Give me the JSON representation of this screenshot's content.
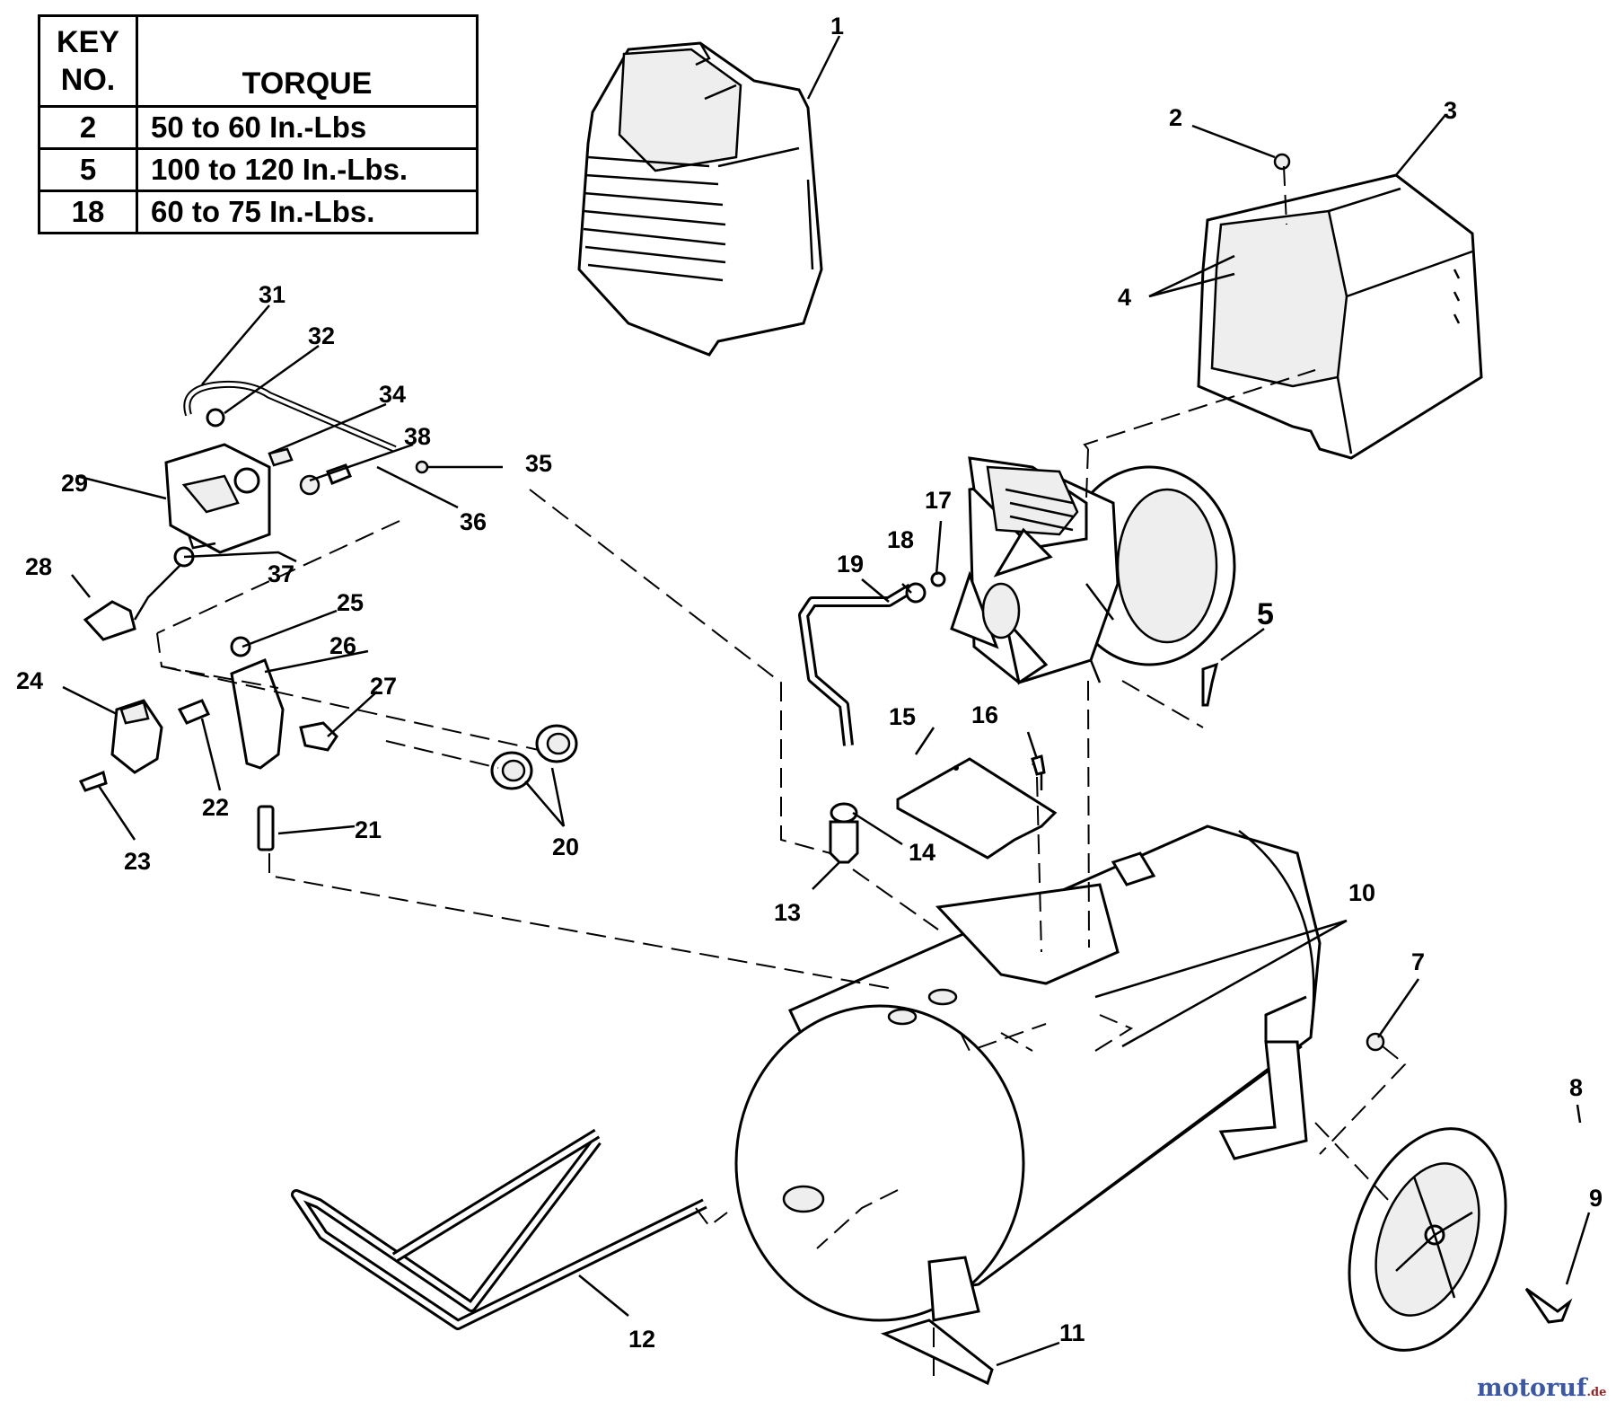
{
  "torque_table": {
    "header_key_line1": "KEY",
    "header_key_line2": "NO.",
    "header_torque": "TORQUE",
    "rows": [
      {
        "key": "2",
        "torque": "50 to 60 In.-Lbs"
      },
      {
        "key": "5",
        "torque": "100 to 120 In.-Lbs."
      },
      {
        "key": "18",
        "torque": "60 to 75 In.-Lbs."
      }
    ]
  },
  "callouts": [
    "1",
    "2",
    "3",
    "4",
    "5",
    "7",
    "8",
    "9",
    "10",
    "11",
    "12",
    "13",
    "14",
    "15",
    "16",
    "17",
    "18",
    "19",
    "20",
    "21",
    "22",
    "23",
    "24",
    "25",
    "26",
    "27",
    "28",
    "29",
    "31",
    "32",
    "34",
    "35",
    "36",
    "37",
    "38"
  ],
  "parts": [
    "shroud",
    "belt-guard-cover",
    "pump-motor",
    "fan",
    "tube",
    "name-plate",
    "air-tank",
    "wheel",
    "handle",
    "foot",
    "pressure-switch",
    "manifold",
    "regulator",
    "gauge",
    "gauge-lower",
    "cord-plug",
    "nut",
    "screw",
    "bolt"
  ],
  "watermark": {
    "text": "motoruf",
    "suffix": ".de"
  }
}
